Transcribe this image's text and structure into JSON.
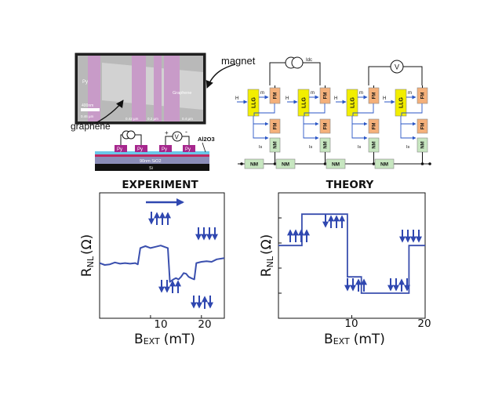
{
  "colors": {
    "plot_line": "#3a4fae",
    "arrow_blue": "#2f47b0",
    "llg_fill": "#f2ee00",
    "fm_fill": "#f4b07a",
    "nm_fill": "#c7e6c0",
    "circuit_blue": "#2a56c6",
    "py_fill": "#c04f9e",
    "sem_stripe": "#c89bc8"
  },
  "sem_image": {
    "labels": [
      "Py",
      "Graphene"
    ],
    "scale_bar": "400nm",
    "dims": [
      "0.46 µm",
      "0.42 µm",
      "0.2 µm",
      "0.4 µm"
    ]
  },
  "device": {
    "graphene_label": "graphene",
    "oxide_label": "Al2O3",
    "pads": [
      "Py",
      "Py",
      "Py",
      "Py"
    ],
    "substrate_oxide": "90nm SiO2",
    "substrate": "Si",
    "voltmeter": "V",
    "plus": "+",
    "minus": "-"
  },
  "circuit": {
    "magnet_label": "magnet",
    "current_label": "Idc",
    "voltmeter": "V",
    "llg_label": "LLG",
    "fm_label": "FM",
    "nm_label": "NM",
    "h_label": "H",
    "m_label": "m",
    "is_label": "Is"
  },
  "experiment": {
    "title": "EXPERIMENT",
    "ylabel_main": "R",
    "ylabel_sub": "NL",
    "ylabel_unit": "(Ω)",
    "xlabel_main": "B",
    "xlabel_sub": "EXT",
    "xlabel_unit": "(mT)",
    "xticks": [
      "10",
      "20"
    ]
  },
  "theory": {
    "title": "THEORY",
    "ylabel_main": "R",
    "ylabel_sub": "NL",
    "ylabel_unit": "(Ω)",
    "xlabel_main": "B",
    "xlabel_sub": "EXT",
    "xlabel_unit": "(mT)",
    "xticks": [
      "10",
      "20"
    ]
  },
  "chart_data": [
    {
      "type": "line",
      "title": "EXPERIMENT",
      "xlabel": "BEXT (mT)",
      "ylabel": "RNL (Ω)",
      "xlim": [
        0,
        24.5
      ],
      "ylim": [
        0,
        1
      ],
      "xticks": [
        10,
        20
      ],
      "x": [
        0,
        1,
        2,
        3,
        4,
        5,
        6,
        7,
        7.5,
        8,
        9,
        10,
        11,
        12,
        13,
        13.4,
        13.8,
        14.5,
        15,
        15.5,
        16,
        16.5,
        17,
        17.5,
        18,
        18.6,
        19,
        20,
        21,
        22,
        23,
        24.5
      ],
      "y": [
        0.44,
        0.425,
        0.43,
        0.445,
        0.435,
        0.44,
        0.435,
        0.44,
        0.43,
        0.56,
        0.575,
        0.56,
        0.57,
        0.58,
        0.565,
        0.56,
        0.29,
        0.31,
        0.32,
        0.31,
        0.33,
        0.36,
        0.355,
        0.33,
        0.32,
        0.31,
        0.44,
        0.45,
        0.455,
        0.45,
        0.47,
        0.48
      ]
    },
    {
      "type": "line",
      "title": "THEORY",
      "xlabel": "BEXT (mT)",
      "ylabel": "RNL (Ω)",
      "xlim": [
        0,
        20
      ],
      "ylim": [
        0,
        1
      ],
      "xticks": [
        10,
        20
      ],
      "x": [
        0,
        3.2,
        3.2,
        9.4,
        9.4,
        11.3,
        11.3,
        17.8,
        17.8,
        20
      ],
      "y": [
        0.58,
        0.58,
        0.83,
        0.83,
        0.33,
        0.33,
        0.2,
        0.2,
        0.58,
        0.58
      ]
    }
  ]
}
